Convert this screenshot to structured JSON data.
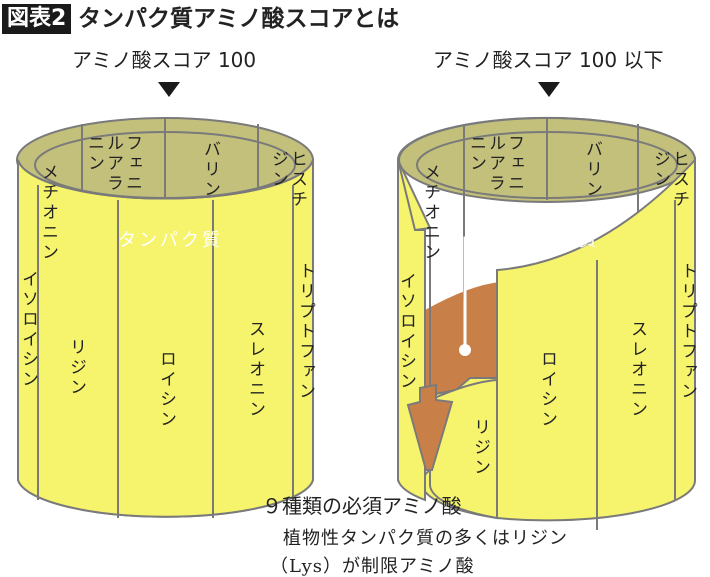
{
  "header": {
    "badge": "図表2",
    "title": "タンパク質アミノ酸スコアとは"
  },
  "left": {
    "heading": "アミノ酸スコア 100",
    "protein": "タンパク質"
  },
  "right": {
    "heading": "アミノ酸スコア 100 以下",
    "protein": "タンパク質"
  },
  "amino_acids": {
    "met": "メチオニン",
    "phe": "フェニルアラニン",
    "val": "バリン",
    "his": "ヒスチジン",
    "ile": "イソロイシン",
    "lys": "リジン",
    "leu": "ロイシン",
    "thr": "スレオニン",
    "trp": "トリプトファン"
  },
  "caption": {
    "line1": "９種類の必須アミノ酸",
    "line2": "植物性タンパク質の多くはリジン",
    "line3": "（Lys）が制限アミノ酸"
  },
  "colors": {
    "stave": "#f6f36c",
    "inner": "#c3c07c",
    "protein": "#c98048",
    "outline": "#7a7a7a"
  }
}
